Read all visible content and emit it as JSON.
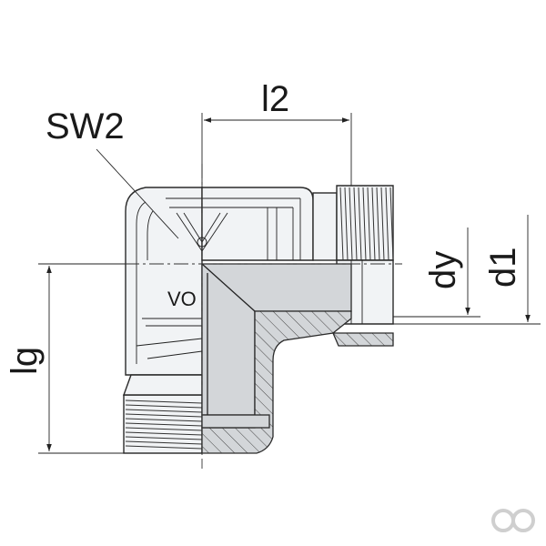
{
  "labels": {
    "sw2": "SW2",
    "l2": "l2",
    "lg": "lg",
    "dy": "dy",
    "d1": "d1",
    "stamp": "VO"
  },
  "colors": {
    "body": "#f1f3f5",
    "section": "#d3d6d9",
    "line": "#2a2a2a"
  },
  "icons": {
    "brand_logo": "infinity-logo-icon"
  }
}
